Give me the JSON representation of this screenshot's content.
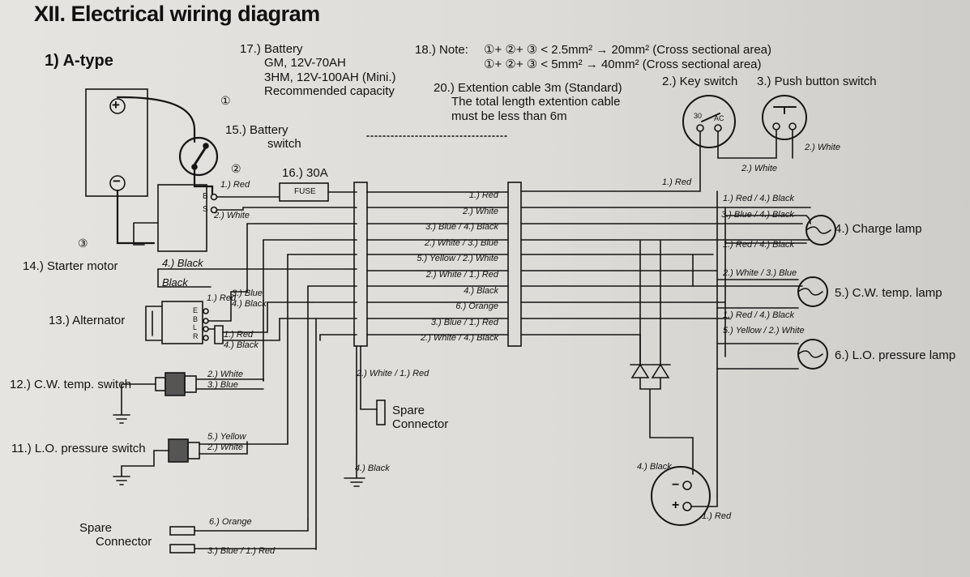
{
  "title": "XII. Electrical wiring diagram",
  "subtitle": "1) A-type",
  "battery": {
    "label": "17.) Battery",
    "lines": [
      "GM, 12V-70AH",
      "3HM, 12V-100AH (Mini.)",
      "Recommended capacity"
    ],
    "plus": "+",
    "minus": "−"
  },
  "note": {
    "label": "18.) Note:",
    "line1": "①+ ②+ ③ < 2.5mm² → 20mm² (Cross sectional area)",
    "line2": "①+ ②+ ③ < 5mm² → 40mm² (Cross sectional area)"
  },
  "ext_cable": {
    "label": "20.) Extention cable 3m (Standard)",
    "lines": [
      "The total length extention cable",
      "must be less than 6m"
    ]
  },
  "battery_switch": {
    "line1": "15.) Battery",
    "line2": "switch"
  },
  "fuse": {
    "label": "16.) 30A",
    "box": "FUSE"
  },
  "key_switch": {
    "label": "2.) Key switch",
    "t30": "30",
    "tac": "AC"
  },
  "push_switch": {
    "label": "3.) Push button switch"
  },
  "markers": {
    "m1": "①",
    "m2": "②",
    "m3": "③"
  },
  "components": {
    "starter": "14.) Starter motor",
    "alternator": "13.) Alternator",
    "cw_switch": "12.) C.W. temp. switch",
    "lo_switch": "11.) L.O. pressure switch",
    "spare_left": [
      "Spare",
      "Connector"
    ],
    "spare_center": [
      "Spare",
      "Connector"
    ],
    "charge_lamp": "4.) Charge lamp",
    "cw_lamp": "5.) C.W. temp. lamp",
    "lo_lamp": "6.) L.O. pressure lamp"
  },
  "terminals": {
    "starter": [
      "B",
      "S"
    ],
    "alternator": [
      "E",
      "B",
      "L",
      "R"
    ]
  },
  "left_wire_labels": {
    "red_top": "1.) Red",
    "white_s": "2.) White",
    "black4": "4.) Black",
    "black": "Black",
    "alt_red": "1.) Red",
    "blue_black": [
      "3.) Blue",
      "4.) Black"
    ],
    "red_black": [
      "1.) Red",
      "4.) Black"
    ],
    "cw_wires": [
      "2.) White",
      "3.) Blue"
    ],
    "lo_wires": [
      "5.) Yellow",
      "2.) White"
    ],
    "spare_wires": [
      "6.) Orange",
      "3.) Blue / 1.) Red"
    ]
  },
  "harness_labels": [
    "1.) Red",
    "2.) White",
    "3.) Blue / 4.) Black",
    "2.) White / 3.) Blue",
    "5.) Yellow / 2.) White",
    "2.) White / 1.) Red",
    "4.) Black",
    "6.) Orange",
    "3.) Blue / 1.) Red",
    "2.) White / 4.) Black"
  ],
  "center_labels": {
    "white_red": "2.) White / 1.) Red",
    "black": "4.) Black"
  },
  "right_labels": {
    "red_key": "1.) Red",
    "white_push": "2.) White",
    "white_push2": "2.) White",
    "rb1": "1.) Red / 4.) Black",
    "bb": "3.) Blue / 4.) Black",
    "rb2": "1.) Red / 4.) Black",
    "wb": "2.) White / 3.) Blue",
    "rb3": "1.) Red / 4.) Black",
    "yw": "5.) Yellow / 2.) White",
    "black_bottom": "4.) Black",
    "red_bottom": "1.) Red"
  },
  "plug": {
    "minus": "−",
    "plus": "+"
  }
}
